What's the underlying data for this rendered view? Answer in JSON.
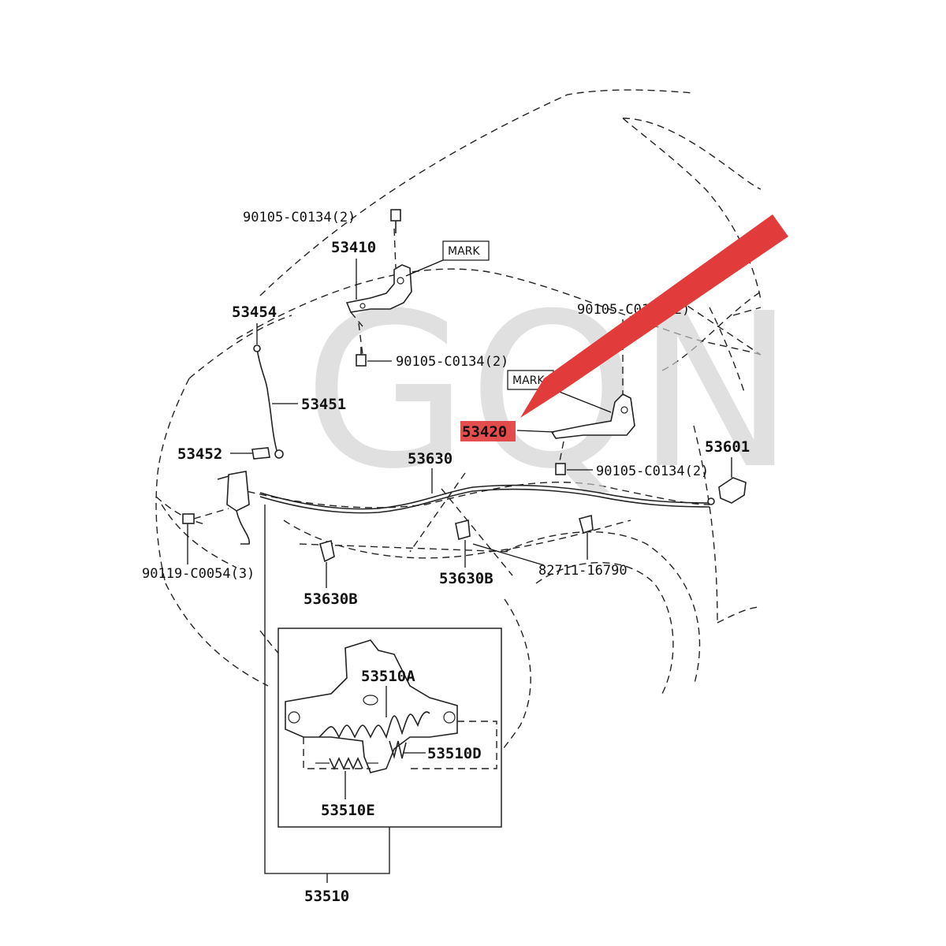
{
  "watermark": "GQN",
  "highlight_color": "#e23b3b",
  "labels": {
    "bolt_top": "90105-C0134(2)",
    "hinge_left": "53410",
    "mark_1": "MARK",
    "support_rod_holder": "53454",
    "bolt_mid_left": "90105-C0134(2)",
    "support_rod": "53451",
    "bolt_top_right": "90105-C0134(2)",
    "mark_2": "MARK",
    "hinge_right": "53420",
    "bolt_mid_right": "90105-C0134(2)",
    "rod_clip": "53452",
    "release_cable": "53630",
    "release_lever": "53601",
    "bolt_lock": "90119-C0054(3)",
    "clamp_1": "53630B",
    "clamp_2": "53630B",
    "clip": "82711-16790",
    "spring_a": "53510A",
    "spring_d": "53510D",
    "spring_e": "53510E",
    "lock_assy": "53510"
  }
}
